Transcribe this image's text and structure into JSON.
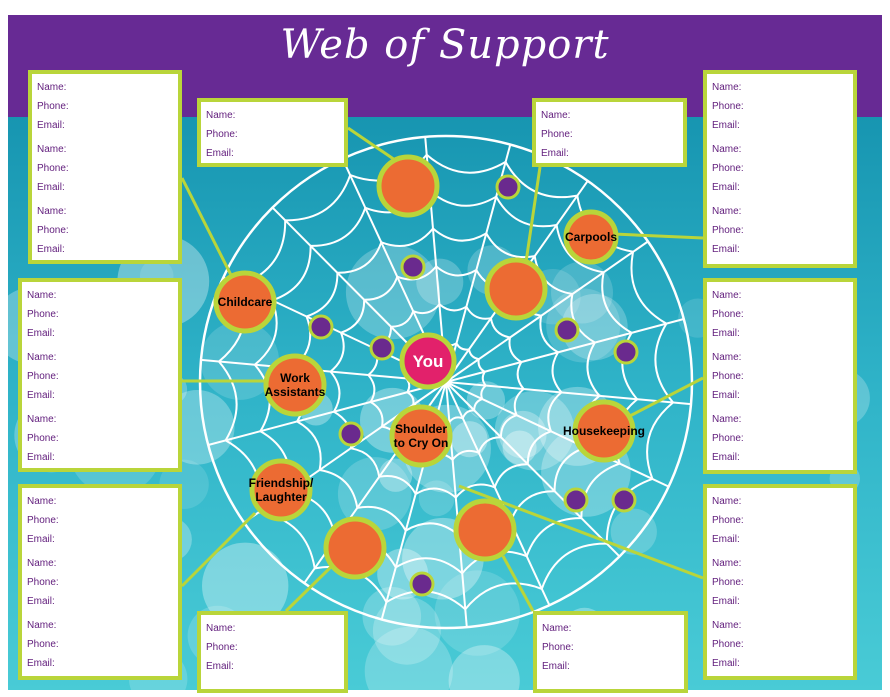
{
  "title": "Web of Support",
  "colors": {
    "banner": "#672a94",
    "sky_top": "#0e8aa8",
    "sky_bottom": "#3dc6d3",
    "accent_green": "#b9d53a",
    "node_orange": "#ec6b33",
    "node_purple": "#6a2a8e",
    "you_pink": "#e2216b",
    "web_lines": "#ffffff"
  },
  "field_labels": [
    "Name:",
    "Phone:",
    "Email:"
  ],
  "you_label": "You",
  "boxes": [
    {
      "entries": 3
    },
    {
      "entries": 3
    },
    {
      "entries": 3
    },
    {
      "entries": 1
    },
    {
      "entries": 1
    },
    {
      "entries": 1
    },
    {
      "entries": 1
    },
    {
      "entries": 3
    },
    {
      "entries": 3
    },
    {
      "entries": 3
    }
  ],
  "categories": [
    {
      "label": "Childcare"
    },
    {
      "label": "Work\nAssistants"
    },
    {
      "label": "Friendship/\nLaughter"
    },
    {
      "label": "Shoulder\nto Cry On"
    },
    {
      "label": "Carpools"
    },
    {
      "label": "Housekeeping"
    },
    {
      "label": ""
    },
    {
      "label": ""
    },
    {
      "label": ""
    },
    {
      "label": ""
    }
  ]
}
